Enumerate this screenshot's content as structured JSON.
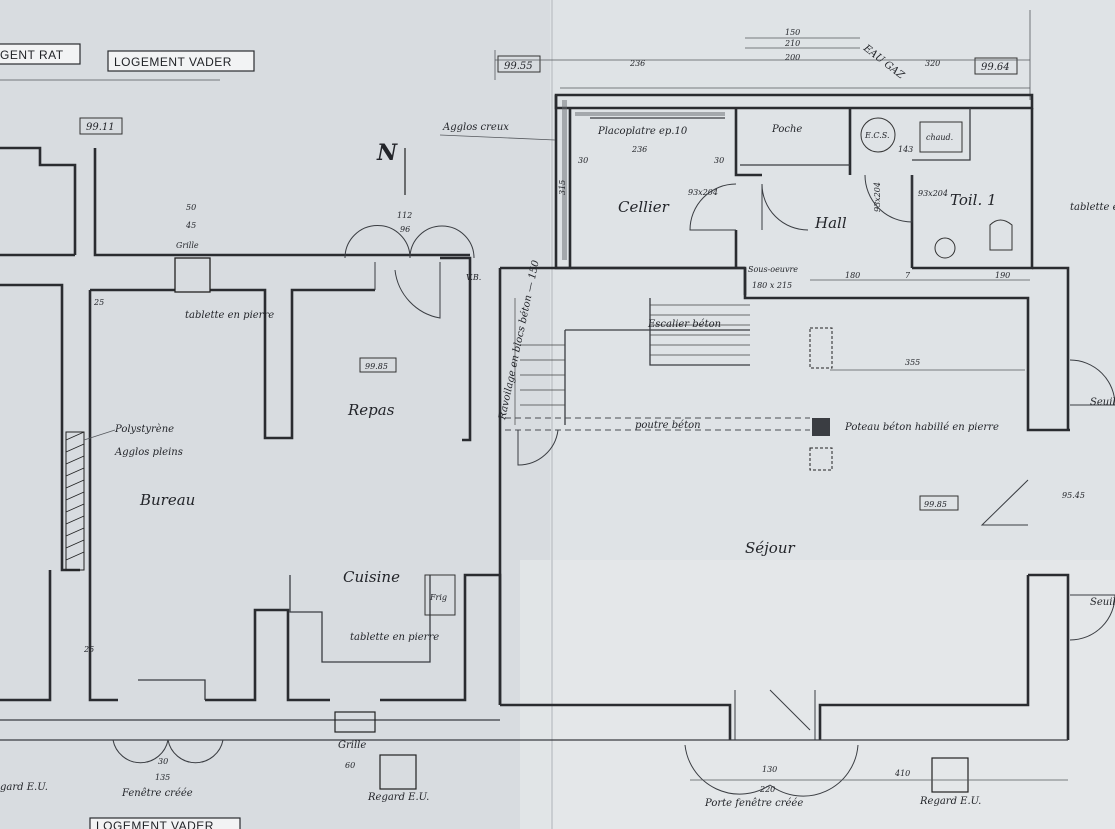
{
  "labels": {
    "logement_rat": "GENT RAT",
    "logement_vader": "LOGEMENT VADER",
    "logement_vader_bottom": "LOGEMENT VADER"
  },
  "rooms": {
    "cellier": "Cellier",
    "poche": "Poche",
    "hall": "Hall",
    "wc": "Toil. 1",
    "ecs": "E.C.S.",
    "chaud": "chaud.",
    "repas": "Repas",
    "bureau": "Bureau",
    "cuisine": "Cuisine",
    "sejour": "Séjour"
  },
  "notes": {
    "agglos_creux": "Agglos creux",
    "placoplatre": "Placoplatre ep.10",
    "eau_gaz": "EAU GAZ",
    "escalier": "Escalier béton",
    "poutre": "poutre béton",
    "poteau": "Poteau béton habillé en pierre",
    "tablette_bureau": "tablette en pierre",
    "tablette_cuisine": "tablette en pierre",
    "tablette_right": "tablette en pierre",
    "polystyrene": "Polystyrène",
    "agglos_pleins": "Agglos pleins",
    "grille_top": "Grille",
    "grille_bottom": "Grille",
    "regard_left": "Regard E.U.",
    "regard_mid": "Regard E.U.",
    "regard_right": "Regard E.U.",
    "regard_far_left": "gard E.U.",
    "fenetre": "Fenêtre créée",
    "porte_fenetre": "Porte fenêtre créée",
    "sous_oeuvre": "Sous-oeuvre",
    "seuil_top": "Seuil béton",
    "seuil_bottom": "Seuil",
    "frig": "Frig",
    "vb": "V.B."
  },
  "dimensions": {
    "lvl_9955": "99.55",
    "lvl_9964": "99.64",
    "lvl_9911": "99.11",
    "lvl_9985_repas": "99.85",
    "lvl_9985_sejour": "99.85",
    "lvl_9545": "95.45",
    "d_236": "236",
    "d_315": "315",
    "d_93x204_a": "93x204",
    "d_93x204_b": "93x204",
    "d_93x204_c": "93x204",
    "d_143": "143",
    "d_150": "150",
    "d_180": "180",
    "d_190": "190",
    "d_355": "355",
    "d_60": "60",
    "d_30": "30",
    "d_220": "220",
    "d_410": "410",
    "d_135": "135",
    "d_112": "112",
    "d_96": "96",
    "d_50": "50",
    "d_45": "45",
    "d_25": "25",
    "d_320": "320",
    "d_180x215": "180 x 215",
    "d_740": "7",
    "d_130_doors": "130",
    "d_200": "200",
    "d_210": "210"
  },
  "north_marker": "N"
}
